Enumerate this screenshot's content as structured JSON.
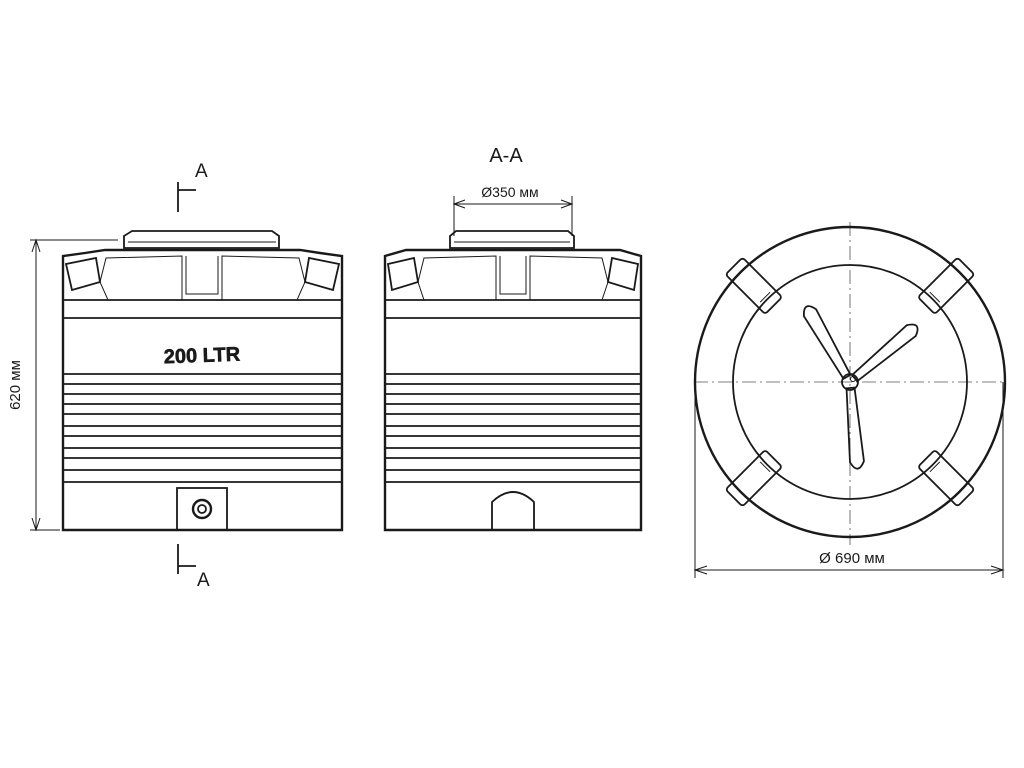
{
  "labels": {
    "section_mark_top": "A",
    "section_mark_bottom": "A",
    "section_title": "A-A",
    "neck_diameter": "Ø350 мм",
    "base_diameter": "Ø 690 мм",
    "height": "620 мм",
    "volume": "200 LTR"
  },
  "colors": {
    "line": "#1a1a1a",
    "background": "#ffffff"
  }
}
